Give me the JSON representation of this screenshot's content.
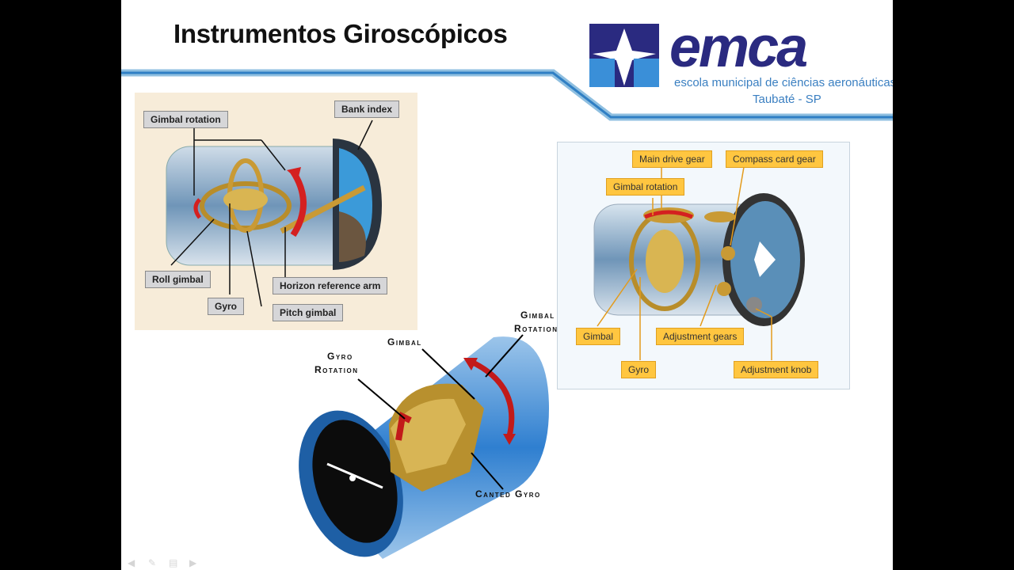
{
  "slide": {
    "title": "Instrumentos Giroscópicos"
  },
  "logo": {
    "brand": "emca",
    "subtitle": "escola municipal de ciências aeronáuticas",
    "city": "Taubaté - SP"
  },
  "diagram_attitude": {
    "labels": {
      "gimbal_rotation": "Gimbal rotation",
      "bank_index": "Bank index",
      "roll_gimbal": "Roll gimbal",
      "horizon_reference_arm": "Horizon reference arm",
      "gyro": "Gyro",
      "pitch_gimbal": "Pitch gimbal"
    }
  },
  "diagram_heading": {
    "labels": {
      "main_drive_gear": "Main drive gear",
      "compass_card_gear": "Compass card gear",
      "gimbal_rotation": "Gimbal rotation",
      "gimbal": "Gimbal",
      "adjustment_gears": "Adjustment gears",
      "gyro": "Gyro",
      "adjustment_knob": "Adjustment knob"
    }
  },
  "diagram_turn": {
    "labels": {
      "gimbal_rotation_1": "Gimbal",
      "gimbal_rotation_2": "Rotation",
      "gimbal": "Gimbal",
      "gyro_rotation_1": "Gyro",
      "gyro_rotation_2": "Rotation",
      "canted_gyro": "Canted Gyro"
    }
  }
}
